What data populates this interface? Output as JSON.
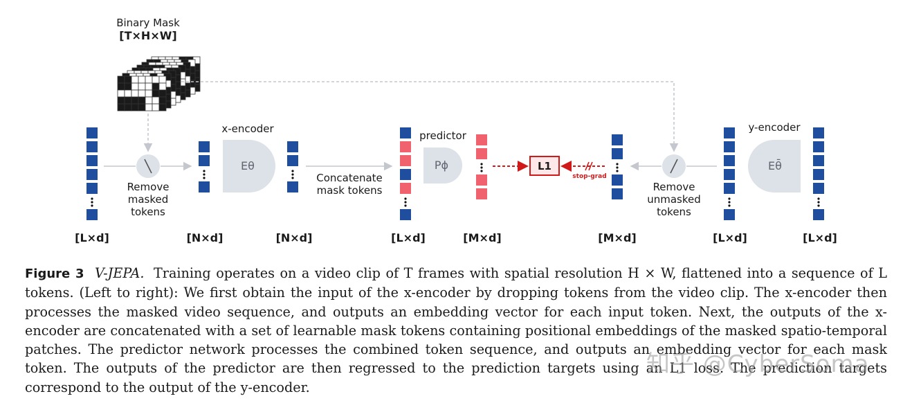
{
  "diagram": {
    "mask": {
      "title": "Binary Mask",
      "dims": "[T×H×W]"
    },
    "remove_masked_label": [
      "Remove",
      "masked",
      "tokens"
    ],
    "x_encoder_label": "x-encoder",
    "x_encoder_symbol": "Eθ",
    "concat_label": [
      "Concatenate",
      "mask tokens"
    ],
    "predictor_label": "predictor",
    "predictor_symbol": "Pϕ",
    "loss_label": "L1",
    "stop_grad_label": "stop-grad",
    "remove_unmasked_label": [
      "Remove",
      "unmasked",
      "tokens"
    ],
    "y_encoder_label": "y-encoder",
    "y_encoder_symbol": "Eθ̄",
    "dims": [
      "[L×d]",
      "[N×d]",
      "[N×d]",
      "[L×d]",
      "[M×d]",
      "[M×d]",
      "[L×d]",
      "[L×d]"
    ],
    "colors": {
      "token_blue": "#1f4e9e",
      "mask_red": "#f0626e",
      "loss_red": "#d01a1a",
      "encoder_gray": "#dde1e8",
      "arrow_gray": "#c4c8ce"
    }
  },
  "caption": {
    "figure_label": "Figure 3",
    "title": "V-JEPA.",
    "text": "Training operates on a video clip of T frames with spatial resolution H × W, flattened into a sequence of L tokens. (Left to right): We first obtain the input of the x-encoder by dropping tokens from the video clip. The x-encoder then processes the masked video sequence, and outputs an embedding vector for each input token. Next, the outputs of the x-encoder are concatenated with a set of learnable mask tokens containing positional embeddings of the masked spatio-temporal patches. The predictor network processes the combined token sequence, and outputs an embedding vector for each mask token. The outputs of the predictor are then regressed to the prediction targets using an L1 loss. The prediction targets correspond to the output of the y-encoder."
  },
  "watermark": "知乎 @CyberSoma"
}
